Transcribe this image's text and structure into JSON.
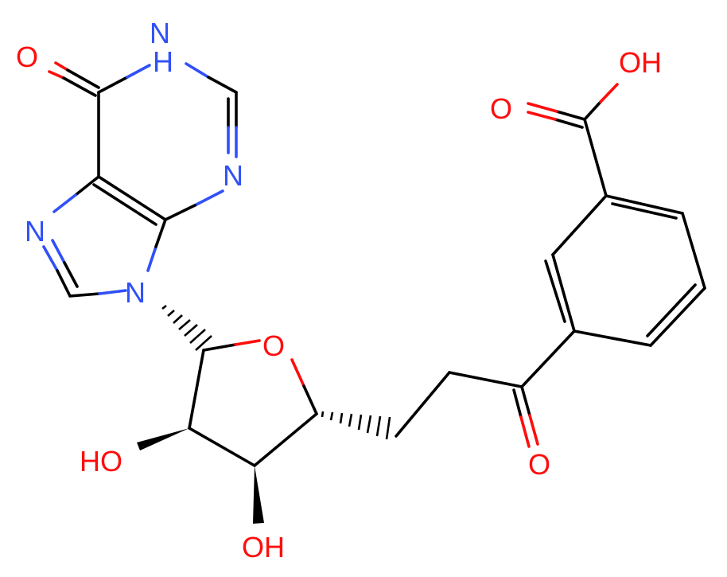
{
  "molecule": {
    "atoms": {
      "carbonyl_o": "O",
      "n1h": "N",
      "n1h_h": "H",
      "n3": "N",
      "n7": "N",
      "n9": "N",
      "ring_o": "O",
      "oh_2": "HO",
      "oh_3": "OH",
      "ketone_o": "O",
      "acid_oh": "OH",
      "acid_o": "O"
    }
  },
  "colors": {
    "carbon_bond": "#000000",
    "oxygen": "#ff0d0d",
    "nitrogen": "#3050f8",
    "background": "#ffffff"
  }
}
